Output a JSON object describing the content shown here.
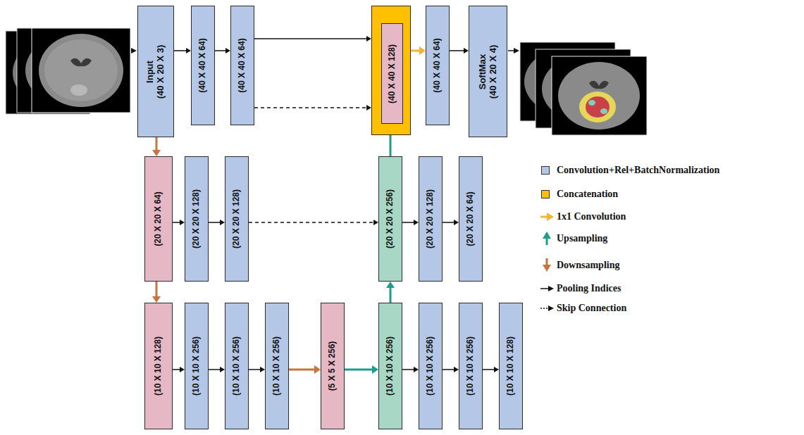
{
  "diagram": {
    "nodes": [
      {
        "text": [
          "Input",
          "(40 X 20 X 3)"
        ]
      },
      {
        "text": [
          "(40 X 40 X 64)"
        ]
      },
      {
        "text": [
          "(40 X 40 X 64)"
        ]
      },
      {
        "text": []
      },
      {
        "text": [
          "(40 X 40 X 128)"
        ],
        "in": 3
      },
      {
        "text": [
          "(40 X 40 X 64)"
        ]
      },
      {
        "text": [
          "SoftMax",
          "(40 X 20 X 4)"
        ]
      },
      {
        "text": [
          "(20 X 20 X 64)"
        ]
      },
      {
        "text": [
          "(20 X 20 X 128)"
        ]
      },
      {
        "text": [
          "(20 X 20 X 128)"
        ]
      },
      {
        "text": [
          "(20 X 20 X 256)"
        ]
      },
      {
        "text": [
          "(20 X 20 X 128)"
        ]
      },
      {
        "text": [
          "(20 X 20 X 64)"
        ]
      },
      {
        "text": [
          "(10 X 10 X 128)"
        ]
      },
      {
        "text": [
          "(10 X 10 X 256)"
        ]
      },
      {
        "text": [
          "(10 X 10 X 256)"
        ]
      },
      {
        "text": [
          "(10 X 10 X 256)"
        ]
      },
      {
        "text": [
          "(5 X 5 X 256)"
        ]
      },
      {
        "text": [
          "(10 X 10 X 256)"
        ]
      },
      {
        "text": [
          "(10 X 10 X 256)"
        ]
      },
      {
        "text": [
          "(10 X 10 X 256)"
        ]
      },
      {
        "text": [
          "(10 X 10 X 128)"
        ]
      }
    ],
    "edges": [
      {
        "from": 0,
        "to": 1,
        "arrow": "to"
      },
      {
        "from": 1,
        "to": 2,
        "arrow": "to"
      },
      {
        "from": 2,
        "to": 3,
        "arrow": "to"
      },
      {
        "from": 2,
        "to": 3,
        "arrow": "to"
      },
      {
        "from": 3,
        "to": 5,
        "arrow": "to"
      },
      {
        "from": 5,
        "to": 6,
        "arrow": "to"
      },
      {
        "from": 0,
        "to": 7,
        "arrow": "to"
      },
      {
        "from": 7,
        "to": 8,
        "arrow": "to"
      },
      {
        "from": 8,
        "to": 9,
        "arrow": "to"
      },
      {
        "from": 9,
        "to": 10,
        "arrow": "to"
      },
      {
        "from": 10,
        "to": 4,
        "arrow": "to"
      },
      {
        "from": 10,
        "to": 11,
        "arrow": "to"
      },
      {
        "from": 11,
        "to": 12,
        "arrow": "to"
      },
      {
        "from": 7,
        "to": 13,
        "arrow": "to"
      },
      {
        "from": 13,
        "to": 14,
        "arrow": "to"
      },
      {
        "from": 14,
        "to": 15,
        "arrow": "to"
      },
      {
        "from": 15,
        "to": 16,
        "arrow": "to"
      },
      {
        "from": 16,
        "to": 17,
        "arrow": "to"
      },
      {
        "from": 17,
        "to": 18,
        "arrow": "to"
      },
      {
        "from": 18,
        "to": 19,
        "arrow": "to"
      },
      {
        "from": 19,
        "to": 20,
        "arrow": "to"
      },
      {
        "from": 20,
        "to": 21,
        "arrow": "to"
      },
      {
        "from": 18,
        "to": 10,
        "arrow": "to"
      }
    ],
    "legend": [
      {
        "text": "Convolution+Rel+BatchNormalization",
        "color": "#b4c7e7"
      },
      {
        "text": "Concatenation",
        "color": "#ffc000"
      },
      {
        "text": "1x1 Convolution"
      },
      {
        "text": "Upsampling"
      },
      {
        "text": "Downsampling"
      },
      {
        "text": "Pooling Indices"
      },
      {
        "text": "Skip Connection"
      }
    ]
  }
}
